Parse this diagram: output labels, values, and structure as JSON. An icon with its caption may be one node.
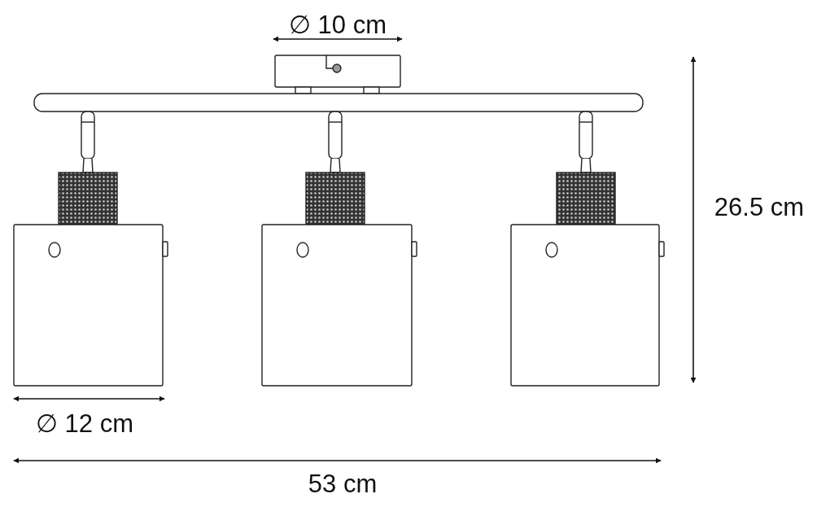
{
  "diagram": {
    "labels": [
      "∅ 10 cm",
      "26.5 cm",
      "∅ 12 cm",
      "53 cm"
    ]
  }
}
